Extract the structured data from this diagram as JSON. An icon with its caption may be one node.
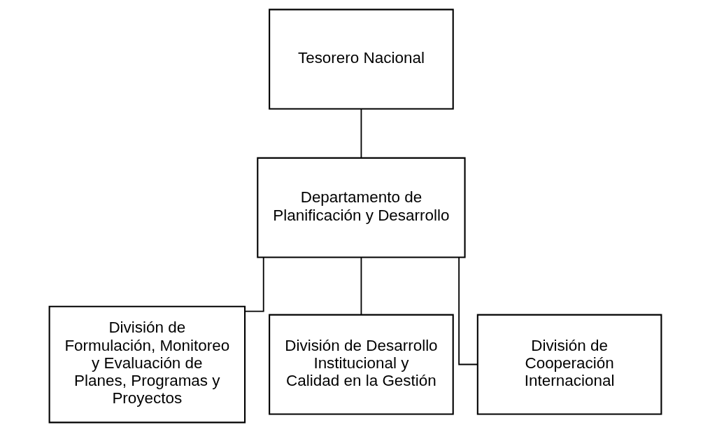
{
  "diagram": {
    "nodes": [
      {
        "text": [
          "Tesorero Nacional"
        ]
      },
      {
        "text": [
          "Departamento de Planificación y Desarrollo"
        ]
      },
      {
        "text": [
          "División de Formulación, Monitoreo y Evaluación de Planes, Programas y Proyectos"
        ]
      },
      {
        "text": [
          "División de Desarrollo Institucional y Calidad en la Gestión"
        ]
      },
      {
        "text": [
          "División de Cooperación Internacional"
        ]
      }
    ],
    "edges": [
      {
        "from": 0,
        "to": 1,
        "arrow": "none"
      },
      {
        "from": 1,
        "to": 2,
        "arrow": "none"
      },
      {
        "from": 1,
        "to": 3,
        "arrow": "none"
      },
      {
        "from": 1,
        "to": 4,
        "arrow": "none"
      }
    ]
  }
}
